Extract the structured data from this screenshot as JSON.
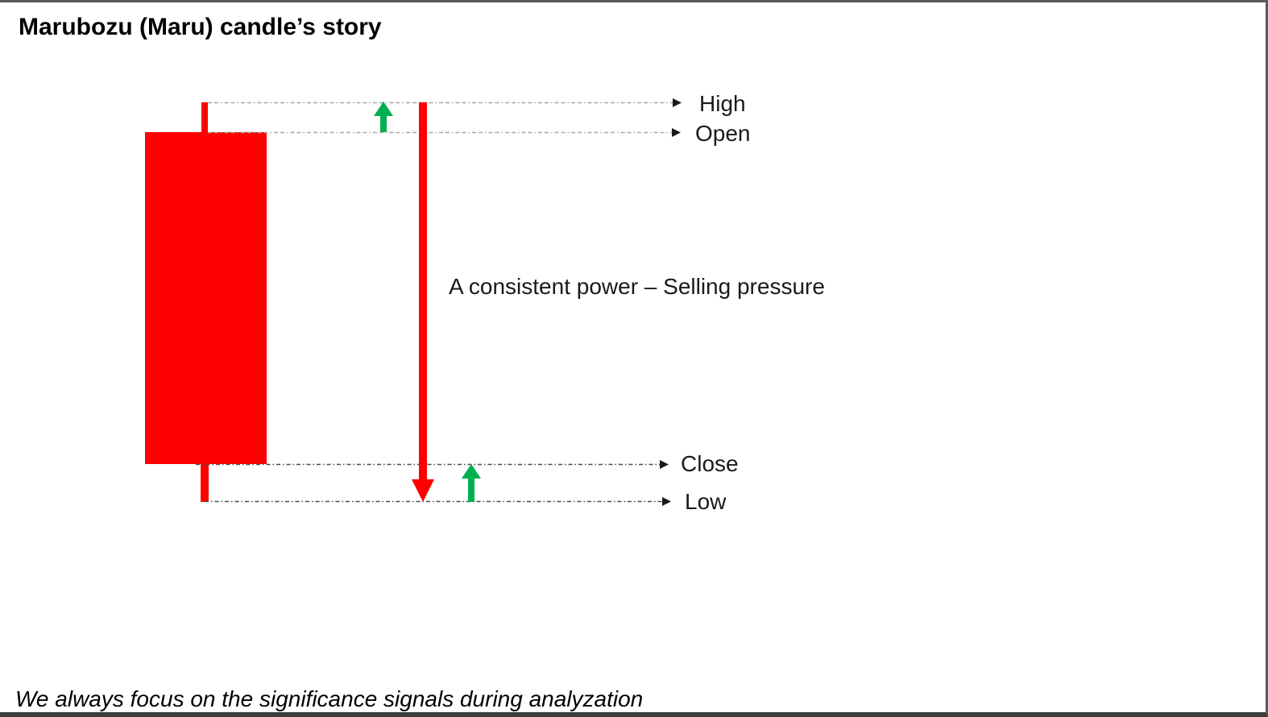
{
  "page": {
    "title": "Marubozu (Maru) candle’s story",
    "footer_note": "We always focus on the significance signals during analyzation"
  },
  "diagram": {
    "type": "candlestick-anatomy",
    "pattern_name": "Marubozu (Maru)",
    "candle": {
      "direction": "bearish",
      "body_color": "#ff0000",
      "wick_color": "#ff0000"
    },
    "annotation": "A consistent power – Selling pressure",
    "price_levels": [
      {
        "id": "high",
        "label": "High"
      },
      {
        "id": "open",
        "label": "Open"
      },
      {
        "id": "close",
        "label": "Close"
      },
      {
        "id": "low",
        "label": "Low"
      }
    ],
    "arrows": [
      {
        "id": "high-open-gap",
        "direction": "up",
        "color": "#00b050"
      },
      {
        "id": "selling-pressure",
        "direction": "down",
        "color": "#ff0000"
      },
      {
        "id": "close-low-gap",
        "direction": "up",
        "color": "#00b050"
      }
    ]
  },
  "colors": {
    "bearish_red": "#ff0000",
    "bullish_green": "#00b050",
    "guide_line_light": "#a6a6a6",
    "guide_line_dark": "#4a4a4a",
    "arrowhead_black": "#1a1a1a",
    "border_gray": "#595959"
  }
}
